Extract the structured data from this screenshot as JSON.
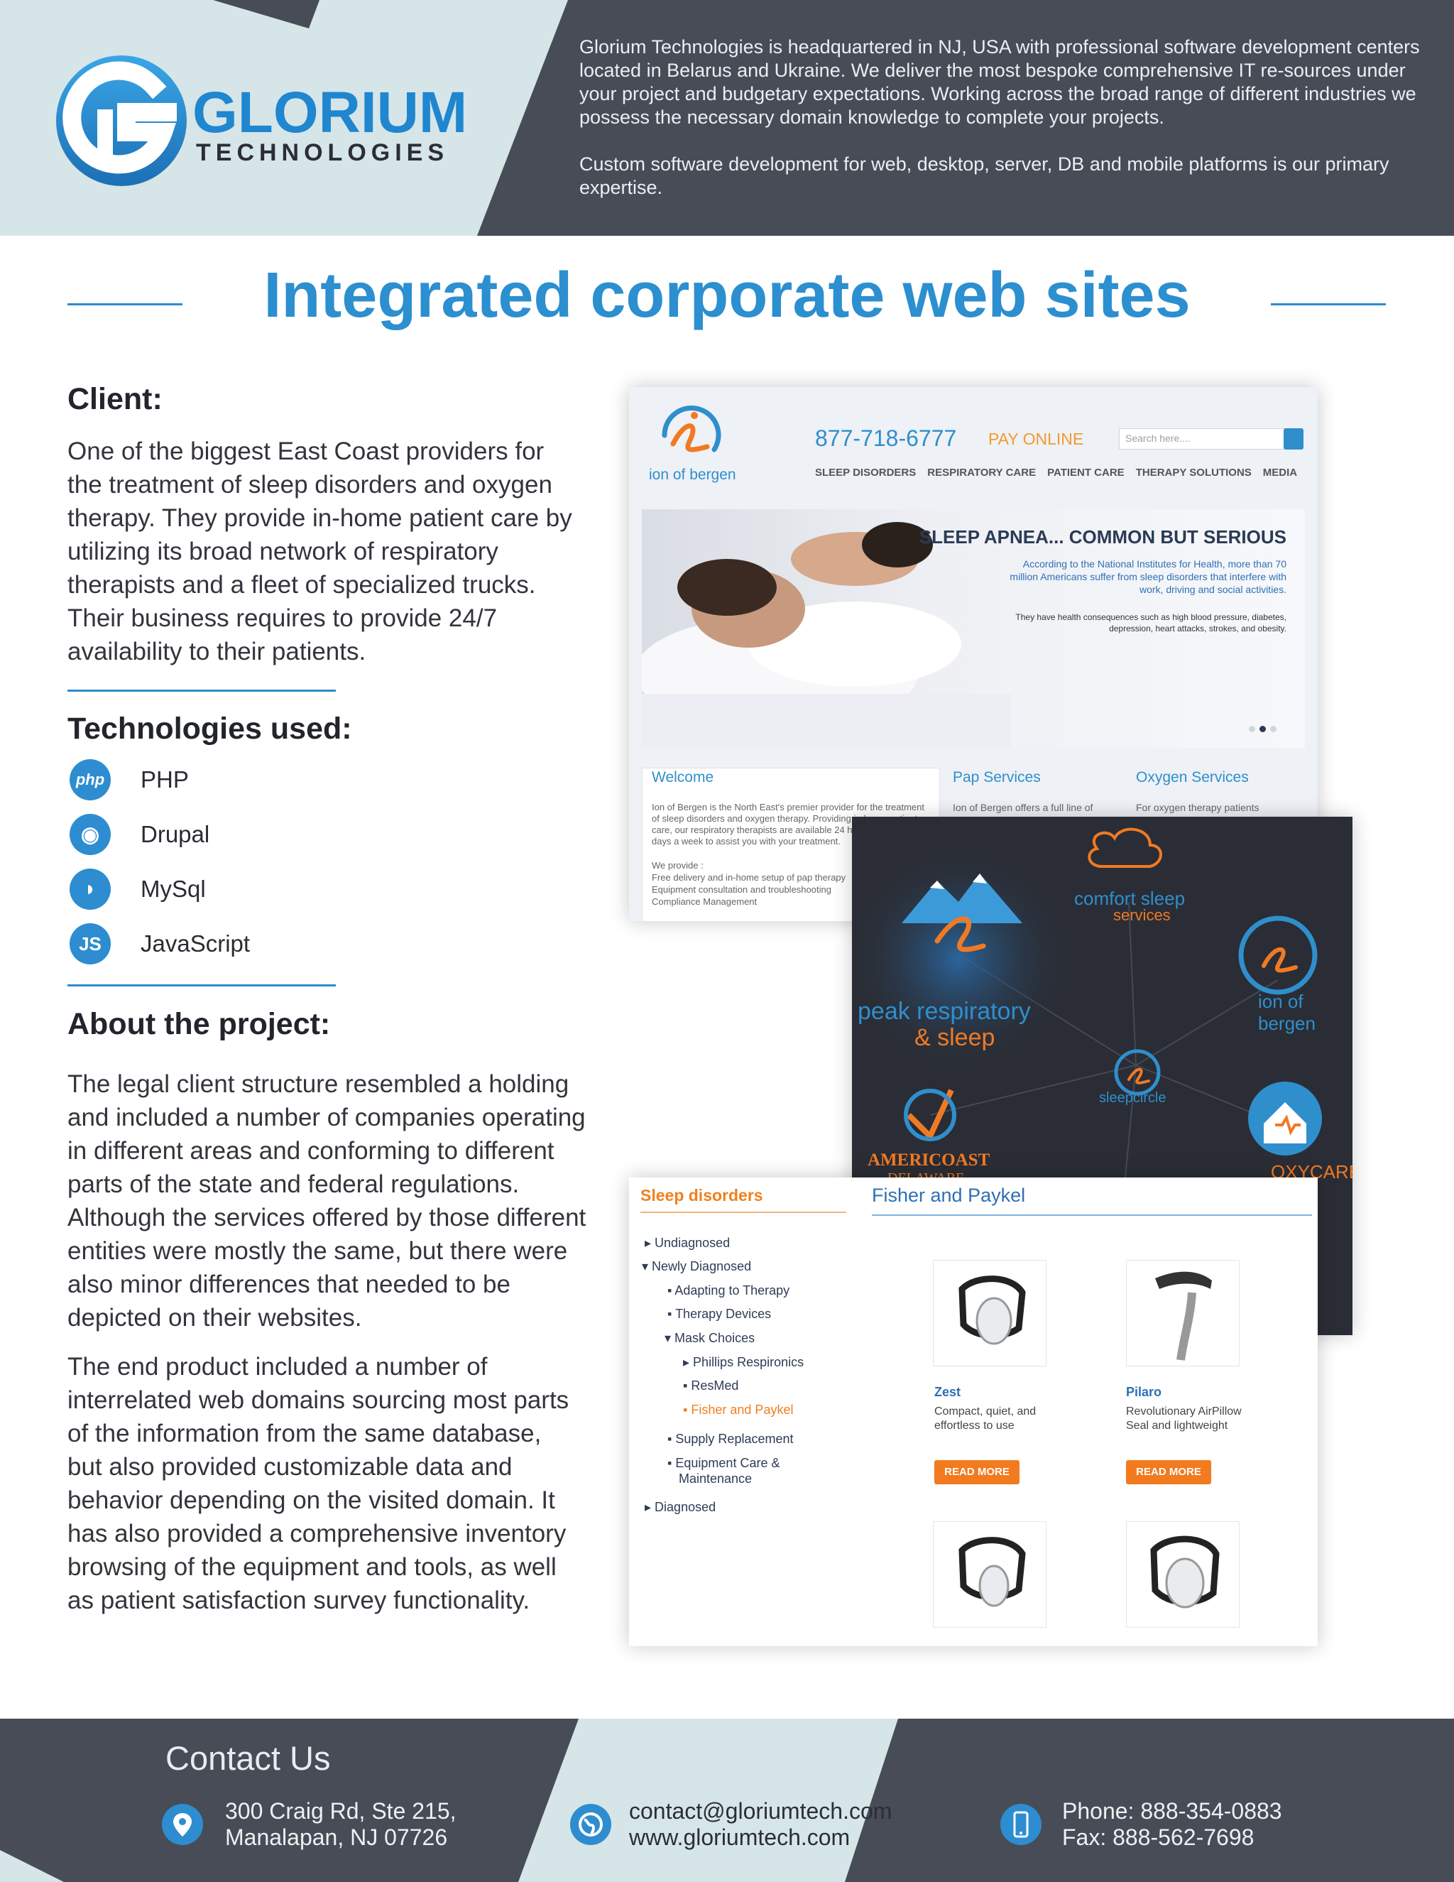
{
  "header": {
    "brand": "GLORIUM",
    "brand_sub": "TECHNOLOGIES",
    "para1": "Glorium Technologies is headquartered in NJ, USA with professional software development centers located in Belarus and Ukraine. We deliver the most bespoke comprehensive IT re-sources under your project and budgetary expectations. Working across the broad range of different industries we possess the necessary domain knowledge to complete your projects.",
    "para2": "Custom software development for web, desktop, server, DB and mobile platforms is our primary expertise."
  },
  "title": "Integrated corporate web sites",
  "client": {
    "heading": "Client:",
    "text": "One of the biggest East Coast providers for the treatment of sleep disorders and oxygen therapy.  They provide in-home patient care by utilizing its broad network of respiratory therapists and a fleet of specialized trucks. Their business requires to provide 24/7 availability to their patients."
  },
  "technologies": {
    "heading": "Technologies used:",
    "items": [
      {
        "label": "PHP",
        "icon": "php-icon",
        "glyph": "php"
      },
      {
        "label": "Drupal",
        "icon": "drupal-icon",
        "glyph": "◉"
      },
      {
        "label": "MySql",
        "icon": "mysql-icon",
        "glyph": "◗"
      },
      {
        "label": "JavaScript",
        "icon": "javascript-icon",
        "glyph": "JS"
      }
    ]
  },
  "about": {
    "heading": "About the project:",
    "para1": "The legal client structure resembled a holding and included a number of companies operating in different areas and conforming to different parts of the state and federal regulations. Although the services offered by those different entities were mostly the same, but there were also minor differences that needed to be depicted on their websites.",
    "para2": "The end product included a number of interrelated web domains sourcing most parts of the information from the same database, but also provided customizable data and behavior depending on the visited domain. It has also provided a comprehensive inventory browsing of the equipment and tools, as well as patient satisfaction survey functionality."
  },
  "shot1": {
    "brand": "ion of bergen",
    "phone": "877-718-6777",
    "pay": "PAY ONLINE",
    "search_placeholder": "Search here....",
    "nav": [
      "SLEEP DISORDERS",
      "RESPIRATORY CARE",
      "PATIENT CARE",
      "THERAPY SOLUTIONS",
      "MEDIA"
    ],
    "hero_title": "SLEEP APNEA... COMMON BUT SERIOUS",
    "hero_p1": "According to the National Institutes for Health, more than 70 million Americans suffer from sleep disorders that interfere with work, driving and social activities.",
    "hero_p2": "They have health consequences such as high blood pressure, diabetes, depression, heart attacks, strokes, and obesity.",
    "welcome": "Welcome",
    "welcome_text": "Ion of Bergen is the North East's premier provider for the treatment of sleep disorders and oxygen therapy. Providing in-home patient care, our respiratory therapists are available 24 hours a day, seven days a week to assist you with your treatment.",
    "welcome_list": [
      "We provide :",
      "Free delivery and in-home setup of pap therapy",
      "Equipment consultation and troubleshooting",
      "Compliance Management"
    ],
    "pap": "Pap Services",
    "pap_text": "Ion of Bergen offers a full line of",
    "oxygen": "Oxygen Services",
    "oxygen_text": "For oxygen therapy patients"
  },
  "shot2": {
    "brands": [
      "comfort sleep",
      "services",
      "peak respiratory",
      "& sleep",
      "ion of bergen",
      "sleepcircle",
      "AMERICOAST",
      "DELAWARE",
      "OXYCARE"
    ]
  },
  "shot3": {
    "category": "Sleep disorders",
    "heading": "Fisher and Paykel",
    "menu": [
      "Undiagnosed",
      "Newly Diagnosed",
      "Adapting to Therapy",
      "Therapy Devices",
      "Mask Choices",
      "Phillips Respironics",
      "ResMed",
      "Fisher and Paykel",
      "Supply Replacement",
      "Equipment Care &",
      "Maintenance",
      "Diagnosed"
    ],
    "products": [
      {
        "name": "Zest",
        "desc": "Compact, quiet, and effortless to use"
      },
      {
        "name": "Pilaro",
        "desc": "Revolutionary AirPillow Seal and lightweight"
      }
    ],
    "read_more": "READ MORE"
  },
  "footer": {
    "title": "Contact Us",
    "address1": "300 Craig Rd, Ste 215,",
    "address2": "Manalapan, NJ 07726",
    "email": "contact@gloriumtech.com",
    "web": "www.gloriumtech.com",
    "phone": "Phone: 888-354-0883",
    "fax": "Fax: 888-562-7698"
  },
  "colors": {
    "accent": "#2c8fcf",
    "dark": "#474c57",
    "light": "#d6e5e8",
    "orange": "#f27a1f"
  }
}
